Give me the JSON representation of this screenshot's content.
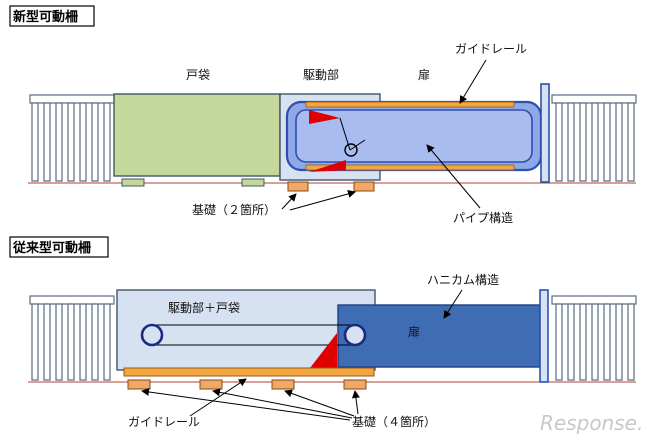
{
  "top": {
    "title": "新型可動柵",
    "labels": {
      "pocket": "戸袋",
      "drive": "駆動部",
      "door": "扉",
      "rail": "ガイドレール",
      "foundation": "基礎（２箇所）",
      "pipe": "パイプ構造"
    }
  },
  "bottom": {
    "title": "従来型可動柵",
    "labels": {
      "drive_pocket": "駆動部＋戸袋",
      "door": "扉",
      "honeycomb": "ハニカム構造",
      "rail": "ガイドレール",
      "foundation": "基礎（４箇所）"
    }
  },
  "watermark": "Response.",
  "colors": {
    "pocket_green": "#c4d89c",
    "drive_blue": "#d6e2f1",
    "door_blue": "#6f8fd8",
    "door_frame": "#2f4fb0",
    "honeycomb_blue": "#3f6db3",
    "rail_orange": "#f2a640",
    "foundation_orange": "#f0a868",
    "red": "#e00000",
    "ground_line": "#b04030"
  }
}
